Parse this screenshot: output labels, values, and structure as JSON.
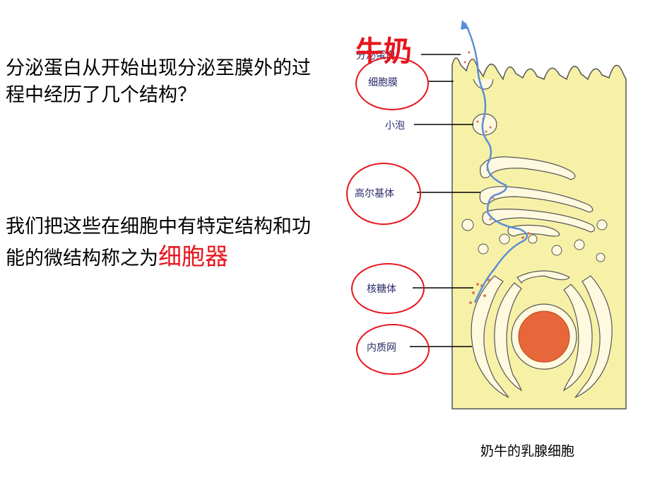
{
  "question": "分泌蛋白从开始出现分泌至膜外的过程中经历了几个结构？",
  "statement_prefix": "我们把这些在细胞中有特定结构和功能的微结构称之为",
  "statement_highlight": "细胞器",
  "milk_label": "牛奶",
  "caption": "奶牛的乳腺细胞",
  "labels": {
    "secreted_protein": "分泌蛋白",
    "cell_membrane": "细胞膜",
    "vesicle": "小泡",
    "golgi": "高尔基体",
    "ribosome": "核糖体",
    "er": "内质网"
  },
  "colors": {
    "cell_fill": "#f7f1a8",
    "nucleus": "#e8673a",
    "highlight_red": "#e8141c",
    "arrow_blue": "#5b8ed6"
  }
}
